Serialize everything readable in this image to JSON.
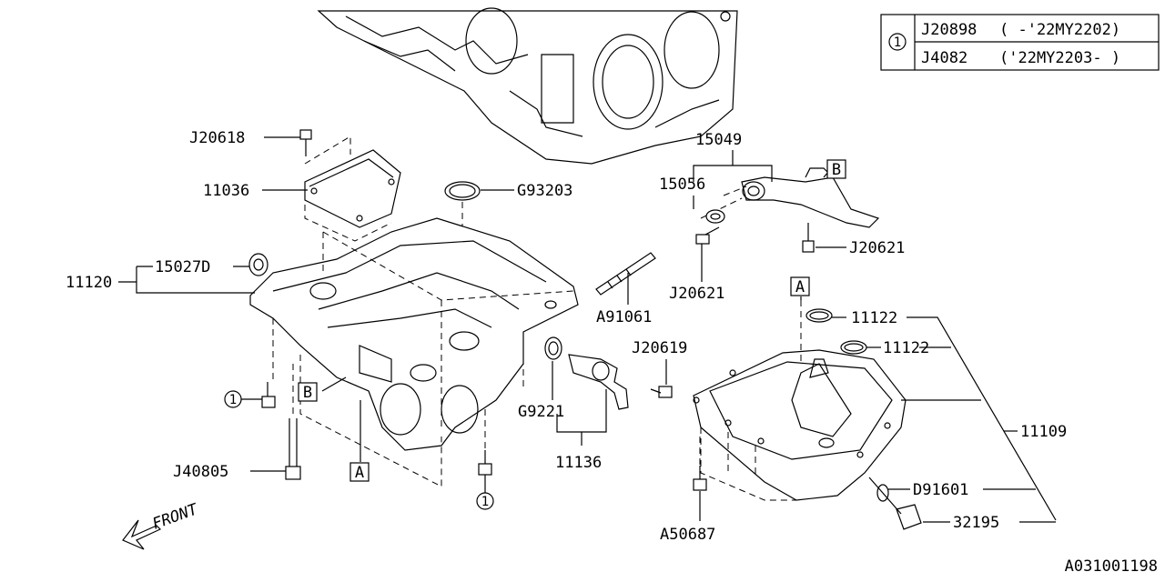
{
  "legend": {
    "ref_mark": "1",
    "rows": [
      {
        "part": "J20898",
        "range": "( -'22MY2202)"
      },
      {
        "part": "J4082",
        "range": "('22MY2203- )"
      }
    ]
  },
  "labels": {
    "j20618": "J20618",
    "p11036": "11036",
    "g93203": "G93203",
    "p11120": "11120",
    "p15027d": "15027D",
    "p15049": "15049",
    "p15056": "15056",
    "j20621_a": "J20621",
    "j20621_b": "J20621",
    "a91061": "A91061",
    "j20619": "J20619",
    "g9221": "G9221",
    "p11136": "11136",
    "p11122_a": "11122",
    "p11122_b": "11122",
    "p11109": "11109",
    "d91601": "D91601",
    "p32195": "32195",
    "a50687": "A50687",
    "j40805": "J40805",
    "ref_a_1": "A",
    "ref_a_2": "A",
    "ref_b_1": "B",
    "ref_b_2": "B",
    "circ_1": "1",
    "circ_2": "1",
    "front": "FRONT",
    "diagram_id": "A031001198"
  }
}
